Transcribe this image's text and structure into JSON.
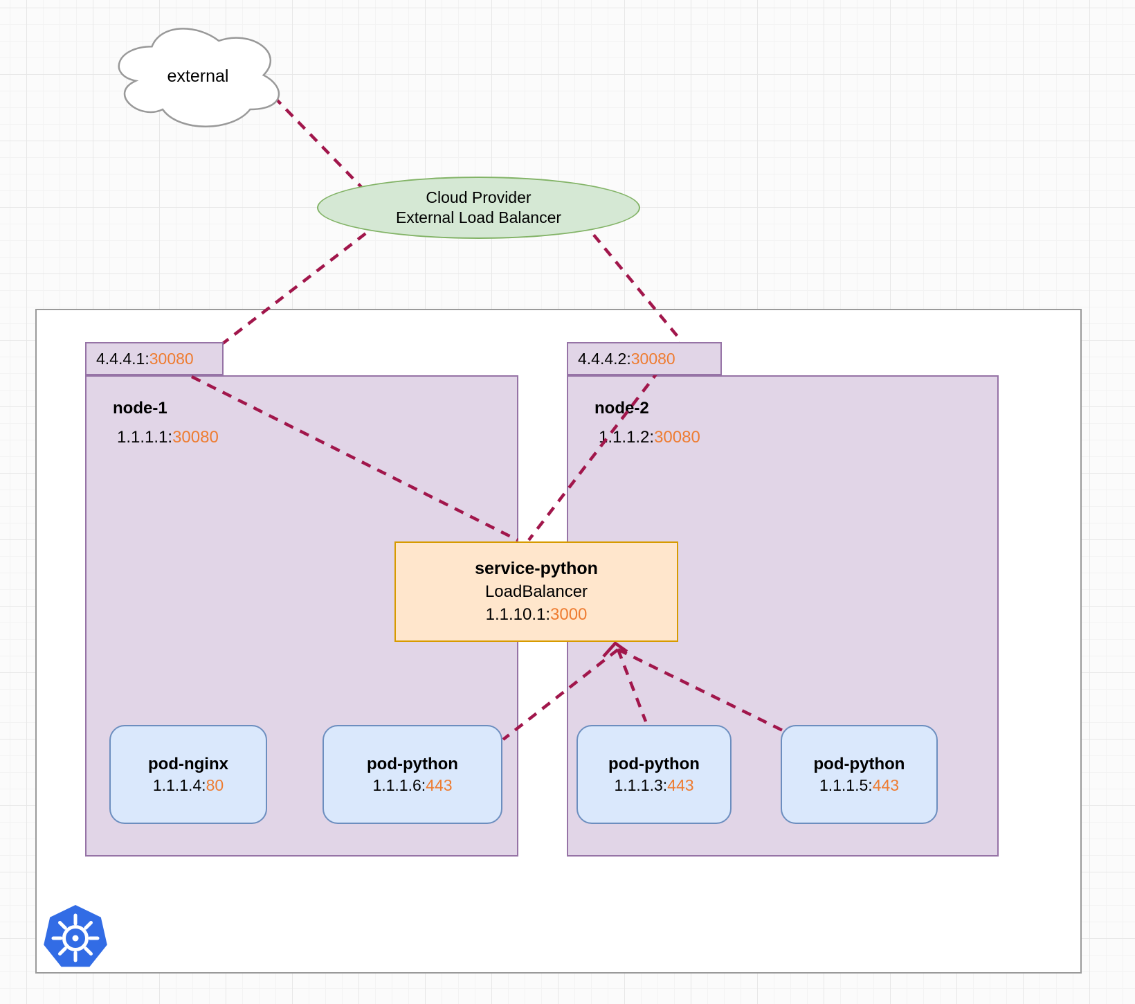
{
  "colors": {
    "accent_port": "#ee7c31",
    "connector": "#a1164b",
    "node_fill": "#e1d5e7",
    "node_border": "#9673a6",
    "pod_fill": "#dae8fc",
    "pod_border": "#6c8ebf",
    "service_fill": "#ffe6cc",
    "service_border": "#d79b00",
    "lb_fill": "#d5e8d4",
    "lb_border": "#82b366",
    "k8s_blue": "#326ce5"
  },
  "cloud": {
    "label": "external"
  },
  "load_balancer": {
    "line1": "Cloud Provider",
    "line2": "External Load Balancer"
  },
  "cluster": {
    "service": {
      "name": "service-python",
      "type": "LoadBalancer",
      "ip_label": "1.1.10.1:",
      "port": "3000"
    },
    "nodes": [
      {
        "name": "node-1",
        "nodeport_external": {
          "ip_label": "4.4.4.1:",
          "port": "30080"
        },
        "nodeport_internal": {
          "ip_label": "1.1.1.1:",
          "port": "30080"
        },
        "pods": [
          {
            "name": "pod-nginx",
            "ip_label": "1.1.1.4:",
            "port": "80"
          },
          {
            "name": "pod-python",
            "ip_label": "1.1.1.6:",
            "port": "443"
          }
        ]
      },
      {
        "name": "node-2",
        "nodeport_external": {
          "ip_label": "4.4.4.2:",
          "port": "30080"
        },
        "nodeport_internal": {
          "ip_label": "1.1.1.2:",
          "port": "30080"
        },
        "pods": [
          {
            "name": "pod-python",
            "ip_label": "1.1.1.3:",
            "port": "443"
          },
          {
            "name": "pod-python",
            "ip_label": "1.1.1.5:",
            "port": "443"
          }
        ]
      }
    ]
  }
}
